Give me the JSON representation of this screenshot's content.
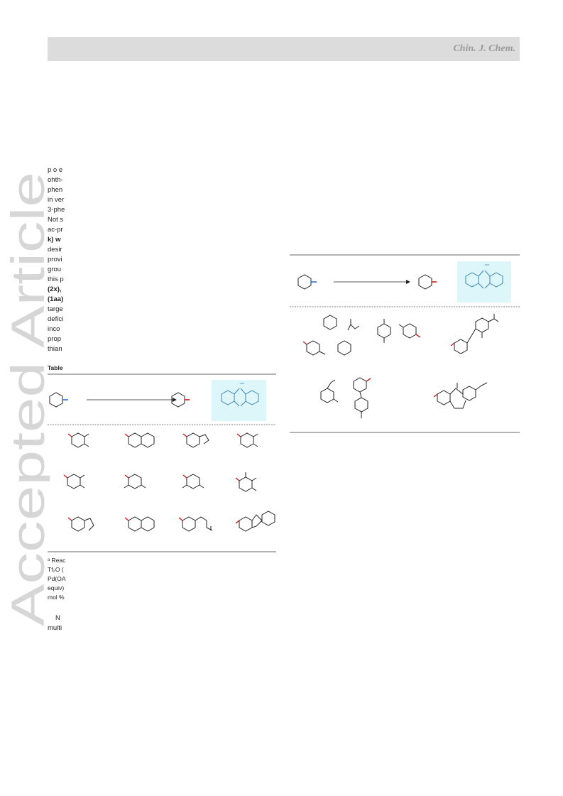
{
  "header": {
    "journal": "Chin. J. Chem."
  },
  "watermark": {
    "text": "Accepted Article"
  },
  "body_fragments": [
    "p o e",
    "ohth-",
    "phen",
    "in ver",
    "3-phe",
    "Not s",
    "ac-pr",
    "k)  w",
    "desir",
    "provi",
    "grou",
    "this p",
    "(2x),",
    "(1aa)",
    "targe",
    "defici",
    "inco",
    "prop",
    "thian"
  ],
  "table": {
    "label": "Table"
  },
  "footnotes": [
    "ᵃ Reac",
    "Tf₂O (",
    "Pd(OA",
    "equiv)",
    "mol %"
  ],
  "tail_fragments": [
    "N",
    "multi"
  ],
  "colors": {
    "tag_blue": "#2e6fd8",
    "tag_red": "#c81e1e",
    "reagent_panel": "#dcf6fa",
    "reagent_stroke": "#3f86b4"
  }
}
